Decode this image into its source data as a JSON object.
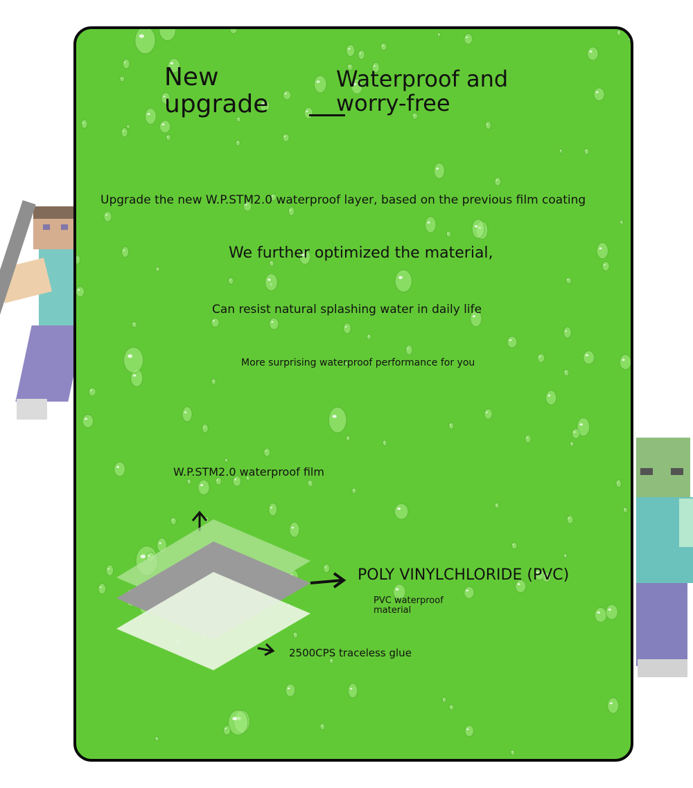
{
  "headline": {
    "left": "New upgrade",
    "right": "Waterproof and worry-free"
  },
  "description": {
    "line1": "Upgrade the new W.P.STM2.0 waterproof layer, based on the previous film coating",
    "line2": "We further optimized the material,",
    "line3": "Can resist natural splashing water in daily life",
    "line4": "More surprising waterproof performance for you"
  },
  "diagram": {
    "film_label": "W.P.STM2.0 waterproof film",
    "pvc_label": "POLY VINYLCHLORIDE (PVC)",
    "pvc_sub_label": "PVC waterproof material",
    "glue_label": "2500CPS traceless glue",
    "film_color": "#b8e6a0",
    "pvc_color": "#9a9a9a",
    "glue_color": "#e9f5e2"
  },
  "colors": {
    "panel_background": "#62c936",
    "panel_border": "#0a0a0a",
    "text": "#111111",
    "drop": "#a8ec86"
  },
  "decorations": {
    "left_character_icon": "blocky-steve-character-icon",
    "right_character_icon": "blocky-zombie-character-icon"
  }
}
